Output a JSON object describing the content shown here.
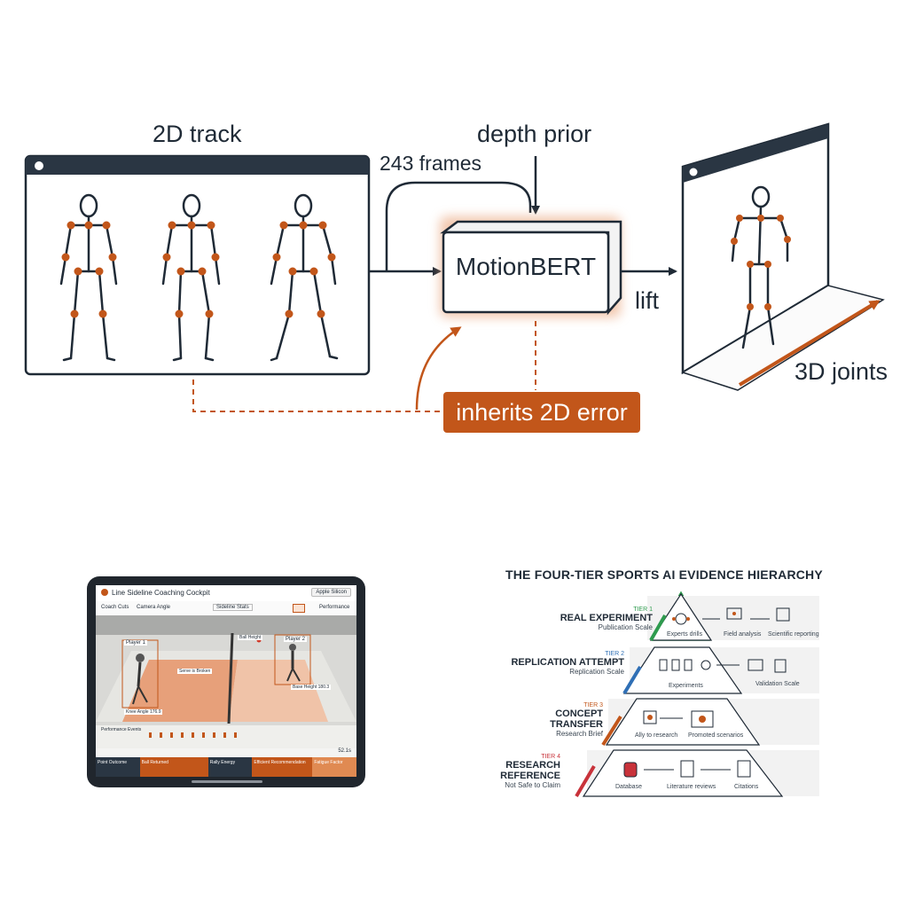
{
  "pipeline": {
    "input_label": "2D track",
    "frames_label": "243 frames",
    "prior_label": "depth prior",
    "model_label": "MotionBERT",
    "lift_label": "lift",
    "output_label": "3D joints",
    "error_label": "inherits 2D error",
    "colors": {
      "accent": "#c2561a",
      "ink": "#1f2a36"
    }
  },
  "tablet": {
    "title": "Line Sideline Coaching Cockpit",
    "badge": "Apple Silicon",
    "tabs": [
      "Coach Cuts",
      "Camera Angle",
      "Sideline Stats"
    ],
    "panel_label": "Performance",
    "player1": "Player 1",
    "player2": "Player 2",
    "shot_label": "Ball Height",
    "stat_a": "Serve is Broken",
    "stat_b": "Base Height 180.3",
    "stat_c": "Knee Angle 176.9",
    "timeline_label": "Performance Events",
    "score": "52.1s",
    "footer": [
      "Point Outcome",
      "Ball Returned",
      "Rally Energy",
      "Efficient Recommendation",
      "Fatigue Factor"
    ]
  },
  "hierarchy": {
    "title": "THE FOUR-TIER SPORTS AI EVIDENCE HIERARCHY",
    "tiers": [
      {
        "num": "TIER 1",
        "name": "REAL EXPERIMENT",
        "sub": "Publication Scale",
        "captions": [
          "Experts drills",
          "Field analysis",
          "Scientific reporting"
        ],
        "color": "#2e9b4e"
      },
      {
        "num": "TIER 2",
        "name": "REPLICATION ATTEMPT",
        "sub": "Replication Scale",
        "captions": [
          "Experiments",
          "Validation Scale"
        ],
        "color": "#2f6fb5"
      },
      {
        "num": "TIER 3",
        "name": "CONCEPT TRANSFER",
        "sub": "Research Brief",
        "captions": [
          "Ally to research",
          "Promoted scenarios"
        ],
        "color": "#c2561a"
      },
      {
        "num": "TIER 4",
        "name": "RESEARCH REFERENCE",
        "sub": "Not Safe to Claim",
        "captions": [
          "Database",
          "Literature reviews",
          "Citations"
        ],
        "color": "#c8323a"
      }
    ]
  }
}
